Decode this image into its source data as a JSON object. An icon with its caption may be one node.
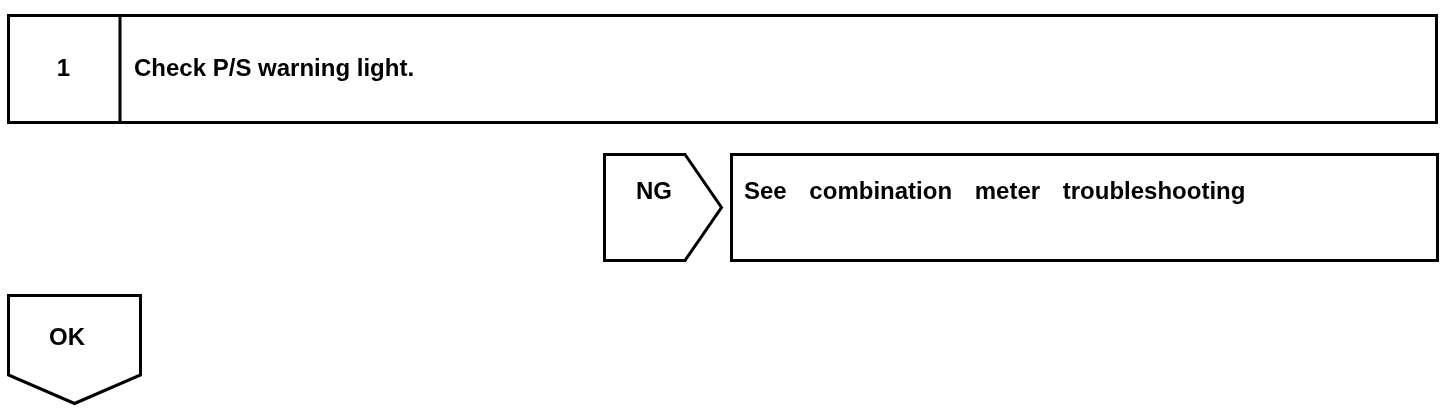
{
  "diagram": {
    "nodes": [
      {
        "text": [
          "1",
          "Check P/S warning light."
        ]
      },
      {
        "text": [
          "NG"
        ]
      },
      {
        "text": [
          "See combination meter troubleshooting"
        ]
      },
      {
        "text": [
          "OK"
        ]
      }
    ],
    "edges": []
  }
}
